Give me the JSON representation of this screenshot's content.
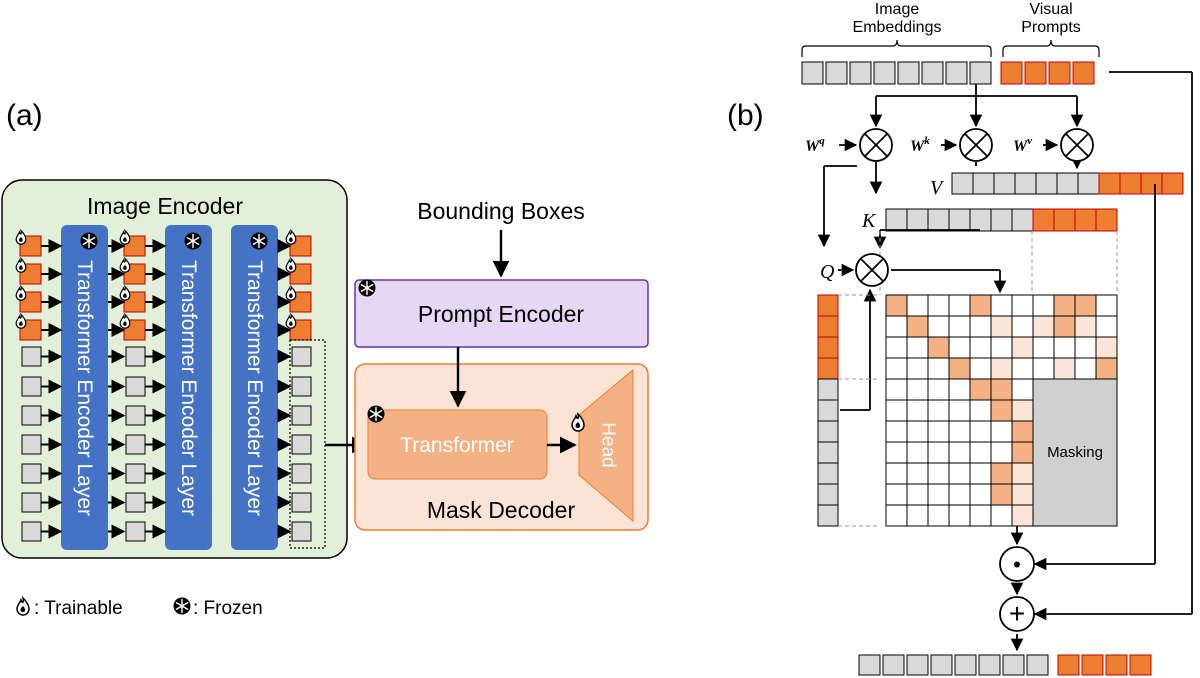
{
  "panel_a": {
    "label": "(a)",
    "image_encoder_title": "Image Encoder",
    "encoder_layer_label": "Transformer Encoder Layer",
    "bounding_boxes_label": "Bounding Boxes",
    "prompt_encoder_label": "Prompt Encoder",
    "transformer_label": "Transformer",
    "head_label": "Head",
    "mask_decoder_label": "Mask Decoder",
    "legend": {
      "trainable_label": ": Trainable",
      "frozen_label": ": Frozen"
    }
  },
  "panel_b": {
    "label": "(b)",
    "image_embeddings_label": [
      "Image",
      "Embeddings"
    ],
    "visual_prompts_label": [
      "Visual",
      "Prompts"
    ],
    "weights": {
      "q_base": "W",
      "q_sup": "q",
      "k_base": "W",
      "k_sup": "k",
      "v_base": "W",
      "v_sup": "v"
    },
    "v_label": "V",
    "k_label": "K",
    "q_label": "Q",
    "masking_label": "Masking",
    "dot_symbol": "•",
    "plus_symbol": "+"
  },
  "colors": {
    "encoder_bg": "#e2efd9",
    "encoder_layer": "#4472c4",
    "prompt_encoder_bg": "#e6d8f5",
    "prompt_encoder_border": "#7030a0",
    "mask_decoder_bg": "#fbe3d6",
    "mask_decoder_border": "#ed7d31",
    "transformer_block": "#f4b183",
    "orange_token": "#ed7d31",
    "grey_token": "#d9d9d9",
    "attn_dark": "#f4b183",
    "attn_light": "#fbe5d6",
    "masking_fill": "#d0d0d0"
  }
}
